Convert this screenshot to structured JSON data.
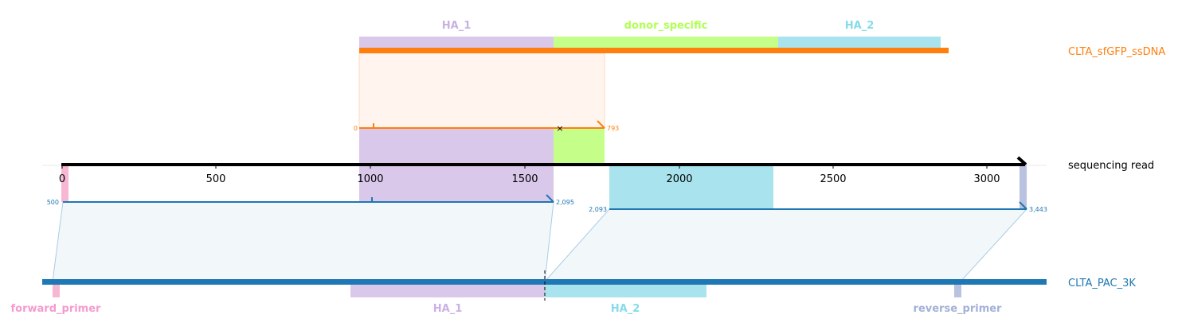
{
  "colors": {
    "ha1": "#d9c8ea",
    "ha1_text": "#c9b1e4",
    "ha2": "#a9e4ee",
    "ha2_text": "#84dbe9",
    "donor": "#c5ff8a",
    "donor_text": "#b2ff56",
    "ssdna": "#ff7f0e",
    "read": "#000000",
    "pac": "#1f77b4",
    "fwd": "#f7b6d2",
    "fwd_text": "#f59bd0",
    "rev": "#b9c2de",
    "rev_text": "#a3b1d8",
    "align_fill_orange": "#fff5ee",
    "align_fill_blue": "#f2f7fa",
    "align_edge": "#a9cde6"
  },
  "read": {
    "label": "sequencing read",
    "length": 3110,
    "ticks": [
      "0",
      "500",
      "1000",
      "1500",
      "2000",
      "2500",
      "3000"
    ]
  },
  "ssdna": {
    "label": "CLTA_sfGFP_ssDNA",
    "features": [
      {
        "name": "HA_1",
        "color_key": "ha1"
      },
      {
        "name": "donor_specific",
        "color_key": "donor"
      },
      {
        "name": "HA_2",
        "color_key": "ha2"
      }
    ],
    "alignment": {
      "ref_start": "0",
      "ref_end": "793",
      "read_start": 963,
      "read_end": 1756
    }
  },
  "pac": {
    "label": "CLTA_PAC_3K",
    "features": [
      {
        "name": "forward_primer",
        "color_key": "fwd"
      },
      {
        "name": "HA_1",
        "color_key": "ha1"
      },
      {
        "name": "HA_2",
        "color_key": "ha2"
      },
      {
        "name": "reverse_primer",
        "color_key": "rev"
      }
    ],
    "alignments": [
      {
        "ref_start": "500",
        "ref_end": "2,095",
        "read_start": 0,
        "read_end": 1595
      },
      {
        "ref_start": "2,093",
        "ref_end": "3,443",
        "read_start": 1773,
        "read_end": 3123
      }
    ]
  }
}
